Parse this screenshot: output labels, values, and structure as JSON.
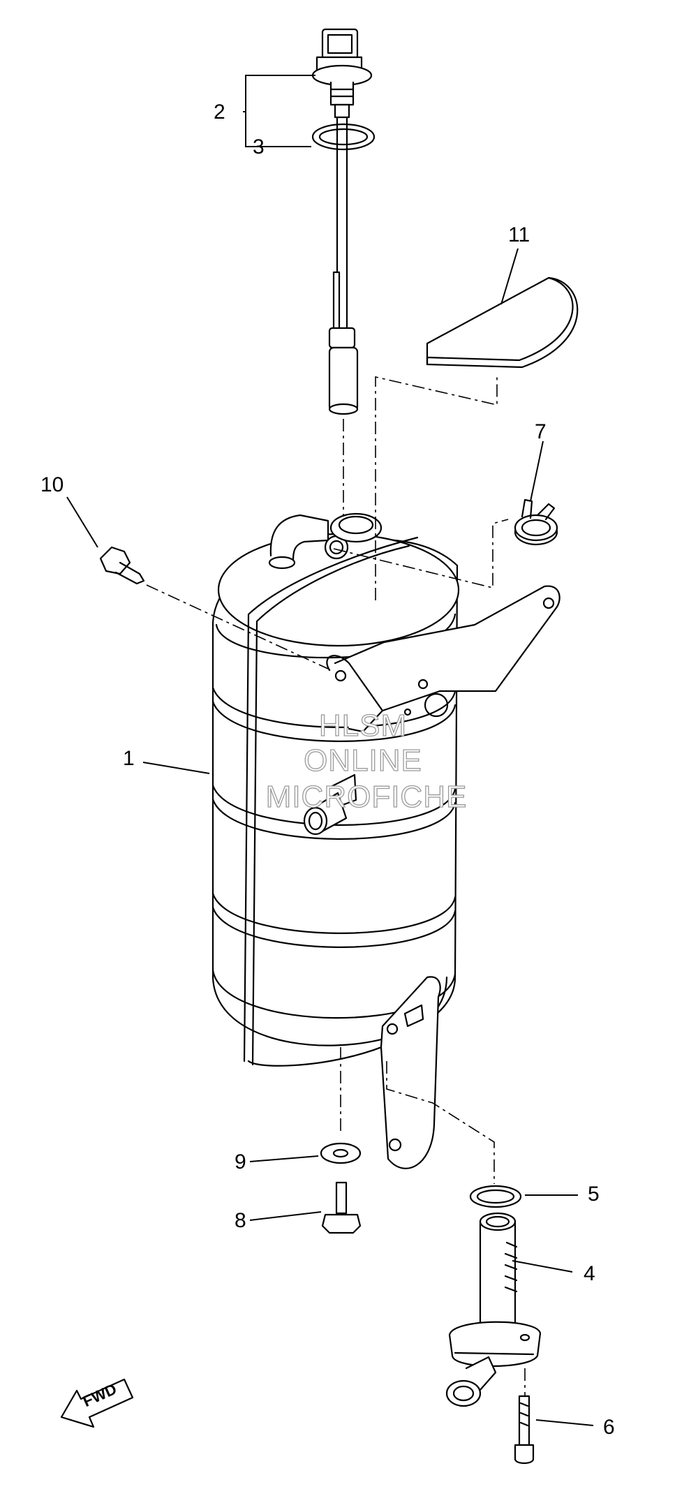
{
  "callouts": {
    "c1": "1",
    "c2": "2",
    "c3": "3",
    "c4": "4",
    "c5": "5",
    "c6": "6",
    "c7": "7",
    "c8": "8",
    "c9": "9",
    "c10": "10",
    "c11": "11"
  },
  "fwd_label": "FWD",
  "watermark": [
    "HLSM",
    "ONLINE",
    "MICROFICHE"
  ]
}
